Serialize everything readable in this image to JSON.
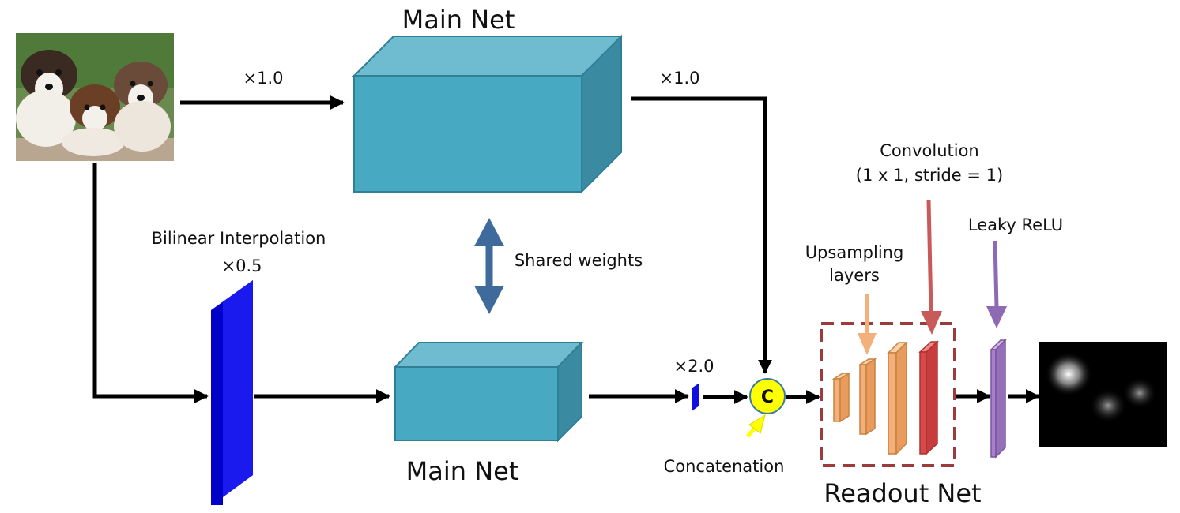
{
  "labels": {
    "main_net_top": "Main Net",
    "main_net_bottom": "Main Net",
    "scale_top_in": "×1.0",
    "scale_top_out": "×1.0",
    "bilinear": "Bilinear Interpolation",
    "scale_half": "×0.5",
    "shared_weights": "Shared weights",
    "scale_double": "×2.0",
    "concat_symbol": "C",
    "concatenation": "Concatenation",
    "convolution": "Convolution",
    "conv_params": "(1 x 1, stride = 1)",
    "upsampling_1": "Upsampling",
    "upsampling_2": "layers",
    "leaky_relu": "Leaky ReLU",
    "readout_net": "Readout Net"
  },
  "colors": {
    "main_net_front": "#48a9c3",
    "main_net_top": "#6fbcd1",
    "main_net_side": "#3a8ba1",
    "bilinear_block": "#1010e0",
    "shared_arrow": "#3e6a9c",
    "concat_fill": "#ffff00",
    "upsampling": "#f4b07a",
    "conv": "#d84a4a",
    "leaky": "#a780c8",
    "readout_border": "#9b3b3b"
  },
  "icons": {
    "input_image": "puppies-photo",
    "output_image": "saliency-map"
  }
}
